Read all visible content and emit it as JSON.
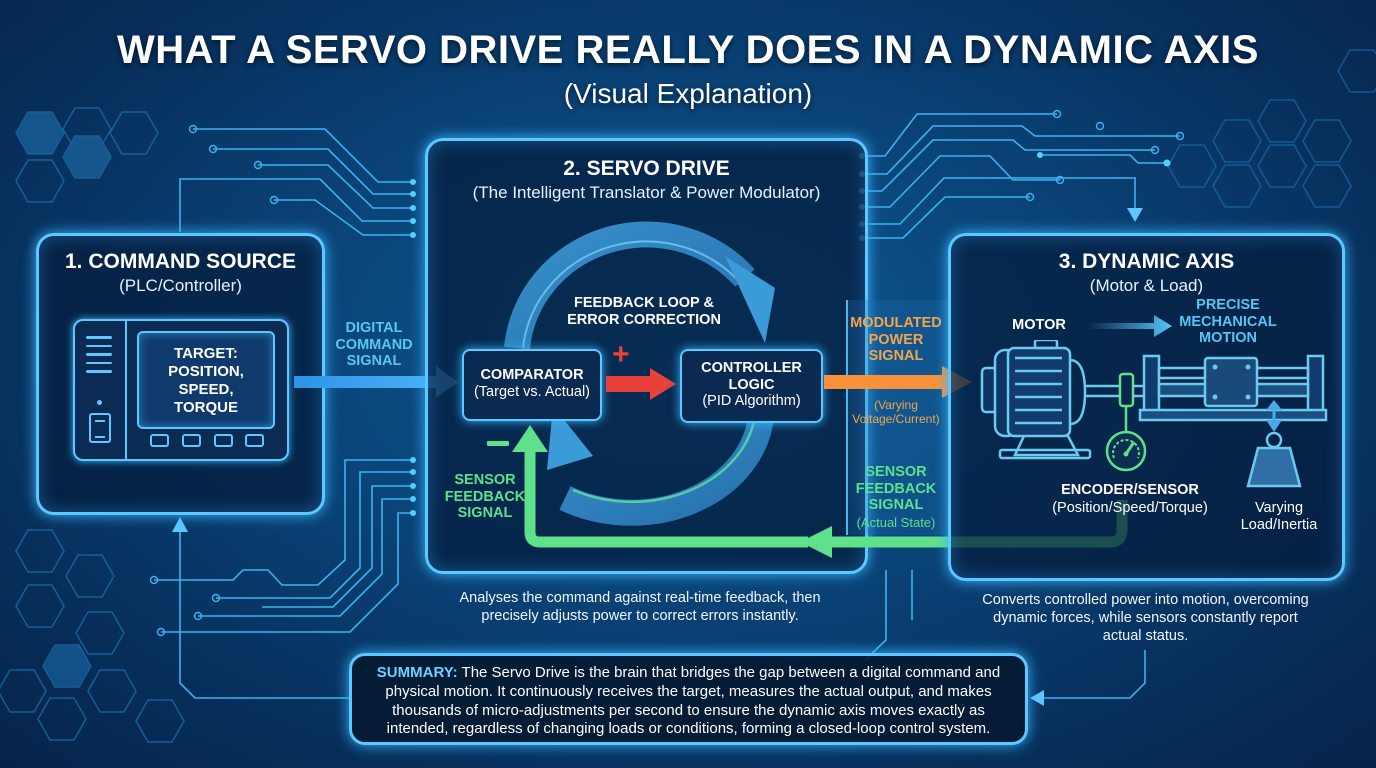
{
  "header": {
    "title": "WHAT A SERVO DRIVE REALLY DOES IN A DYNAMIC AXIS",
    "subtitle": "(Visual Explanation)"
  },
  "command_source": {
    "title": "1. COMMAND SOURCE",
    "subtitle": "(PLC/Controller)",
    "screen_lines": [
      "TARGET:",
      "POSITION,",
      "SPEED,",
      "TORQUE"
    ]
  },
  "signals": {
    "digital_command": [
      "DIGITAL",
      "COMMAND",
      "SIGNAL"
    ],
    "modulated_power": [
      "MODULATED",
      "POWER",
      "SIGNAL"
    ],
    "modulated_power_note": [
      "(Varying",
      "Voltage/Current)"
    ],
    "sensor_feedback_right": [
      "SENSOR",
      "FEEDBACK",
      "SIGNAL"
    ],
    "sensor_feedback_right_note": "(Actual State)",
    "sensor_feedback_left": [
      "SENSOR",
      "FEEDBACK",
      "SIGNAL"
    ],
    "plus_sign": "+",
    "minus_sign": "−"
  },
  "servo_drive": {
    "title": "2. SERVO DRIVE",
    "subtitle": "(The Intelligent Translator & Power Modulator)",
    "loop_label": [
      "FEEDBACK LOOP &",
      "ERROR CORRECTION"
    ],
    "comparator": {
      "title": "COMPARATOR",
      "sub": "(Target vs. Actual)"
    },
    "controller": {
      "title_lines": [
        "CONTROLLER",
        "LOGIC"
      ],
      "sub": "(PID Algorithm)"
    },
    "description": [
      "Analyses the command against real-time feedback, then",
      "precisely adjusts power to correct errors instantly."
    ]
  },
  "dynamic_axis": {
    "title": "3. DYNAMIC AXIS",
    "subtitle": "(Motor & Load)",
    "motor_label": "MOTOR",
    "motion_label": [
      "PRECISE",
      "MECHANICAL",
      "MOTION"
    ],
    "encoder_label": "ENCODER/SENSOR",
    "encoder_sub": "(Position/Speed/Torque)",
    "load_label": [
      "Varying",
      "Load/Inertia"
    ],
    "description": [
      "Converts controlled power into motion, overcoming",
      "dynamic forces, while sensors constantly report",
      "actual status."
    ]
  },
  "summary": {
    "label": "SUMMARY:",
    "text": "The Servo Drive is the brain that bridges the gap between a digital command and physical motion. It continuously receives the target, measures the actual output, and makes thousands of micro-adjustments per second to ensure the dynamic axis moves exactly as intended, regardless of changing loads or conditions, forming a closed-loop control system."
  },
  "colors": {
    "accent_cyan": "#5cc8ff",
    "command_arrow": "#3fa9f5",
    "error_arrow": "#e8403a",
    "power_arrow": "#f7923a",
    "feedback_green": "#5fe08a",
    "background": "#0a4479"
  }
}
